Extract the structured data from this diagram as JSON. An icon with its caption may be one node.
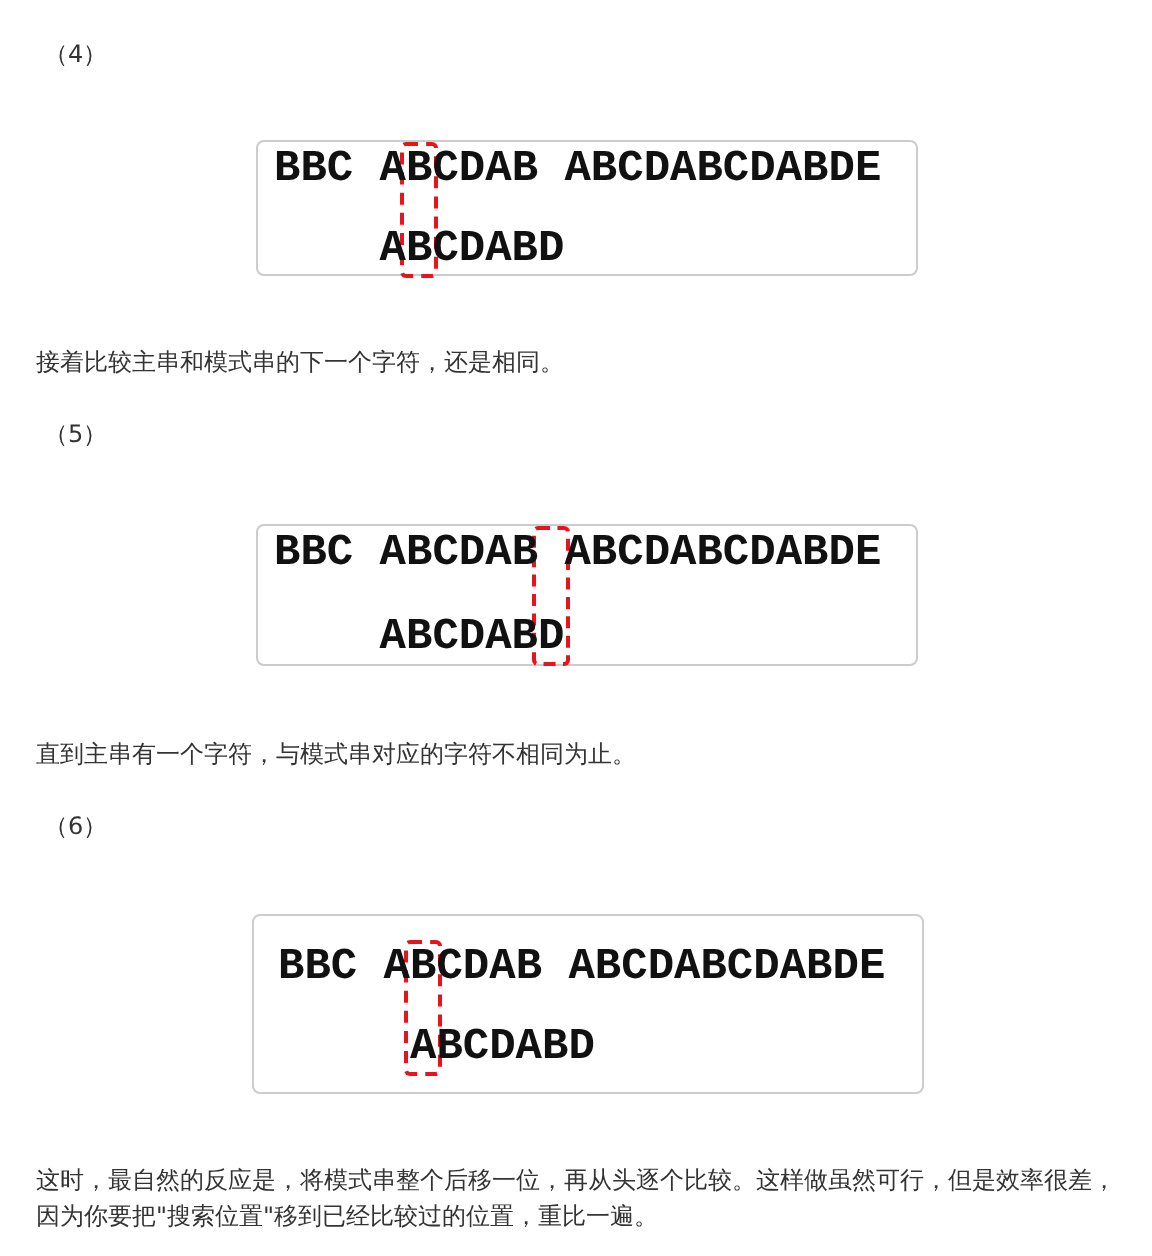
{
  "diagram": {
    "nodes": [
      {
        "text": [
          "BBC ABCDAB ABCDABCDABDE",
          "ABCDABD"
        ]
      },
      {
        "text": [
          "BBC ABCDAB ABCDABCDABDE",
          "ABCDABD"
        ]
      },
      {
        "text": [
          "BBC ABCDAB ABCDABCDABDE",
          "ABCDABD"
        ]
      }
    ],
    "labels": [
      "（4）",
      "接着比较主串和模式串的下一个字符，还是相同。",
      "（5）",
      "直到主串有一个字符，与模式串对应的字符不相同为止。",
      "（6）",
      "这时，最自然的反应是，将模式串整个后移一位，再从头逐个比较。这样做虽然可行，但是效率很差，因为你要把\"搜索位置\"移到已经比较过的位置，重比一遍。"
    ]
  }
}
